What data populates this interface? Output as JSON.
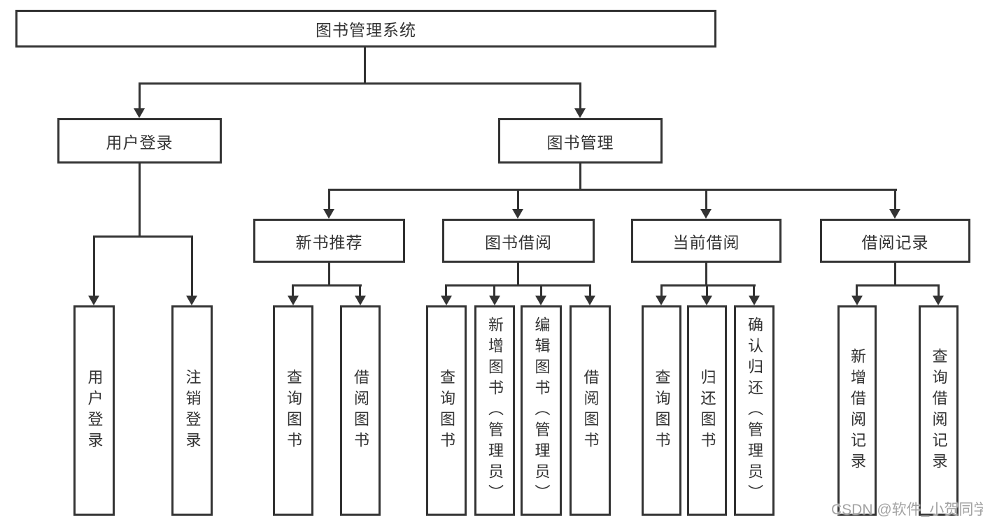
{
  "root": {
    "label": "图书管理系统"
  },
  "level2": {
    "user_login": {
      "label": "用户登录",
      "children": [
        "用户登录",
        "注销登录"
      ]
    },
    "book_management": {
      "label": "图书管理"
    }
  },
  "sections": [
    {
      "label": "新书推荐",
      "children": [
        "查询图书",
        "借阅图书"
      ]
    },
    {
      "label": "图书借阅",
      "children": [
        "查询图书",
        "新增图书（管理员）",
        "编辑图书（管理员）",
        "借阅图书"
      ]
    },
    {
      "label": "当前借阅",
      "children": [
        "查询图书",
        "归还图书",
        "确认归还（管理员）"
      ]
    },
    {
      "label": "借阅记录",
      "children": [
        "新增借阅记录",
        "查询借阅记录"
      ]
    }
  ],
  "watermark": "CSDN @软件_小贺同学",
  "colors": {
    "line": "#333333",
    "text": "#333333",
    "watermark": "#a3a3a3",
    "background": "#ffffff"
  }
}
